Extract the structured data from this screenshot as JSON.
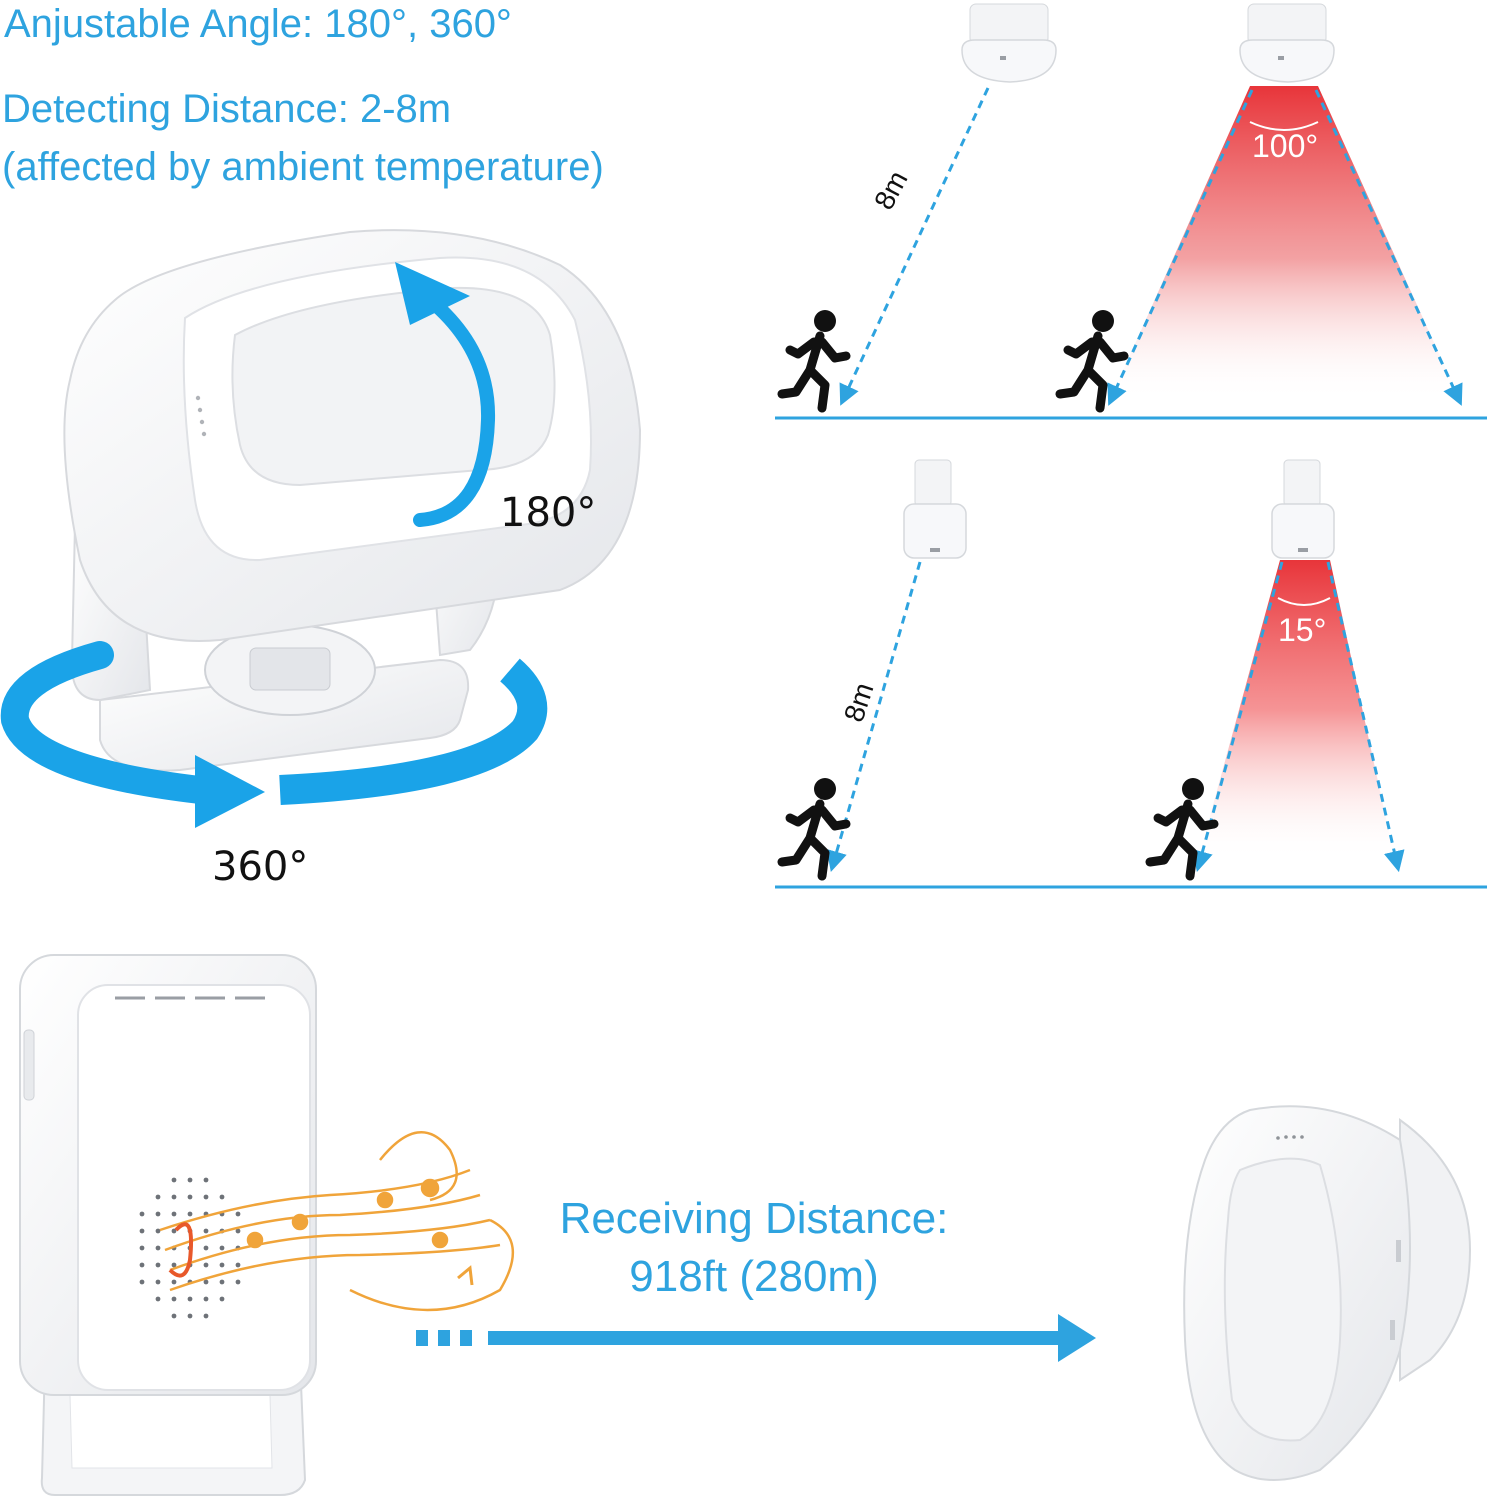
{
  "features": {
    "angle_line": "Anjustable Angle: 180°, 360°",
    "distance_line1": "Detecting Distance: 2-8m",
    "distance_line2": "(affected by ambient temperature)"
  },
  "rotation": {
    "vertical_label": "180°",
    "horizontal_label": "360°"
  },
  "ceiling_mount": {
    "distance_label": "8m",
    "angle_label": "100°"
  },
  "wall_mount": {
    "distance_label": "8m",
    "angle_label": "15°"
  },
  "receiving": {
    "line1": "Receiving Distance:",
    "line2": "918ft (280m)"
  },
  "colors": {
    "accent_blue": "#2ea3df",
    "beam_red": "#e8353a",
    "music_orange": "#f0a43a"
  }
}
